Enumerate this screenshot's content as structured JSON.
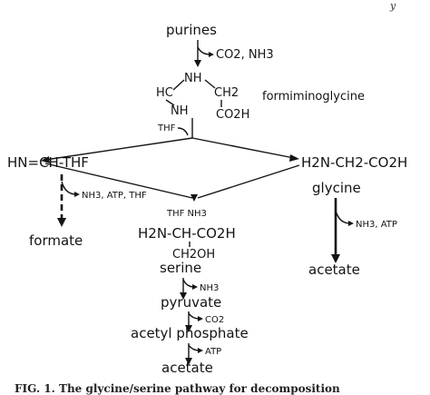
{
  "header_fragment": "y",
  "nodes": {
    "purines": "purines",
    "co2_nh3": "CO2, NH3",
    "formimino_nh": "NH",
    "formimino_hc": "HC",
    "formimino_ch2": "CH2",
    "formimino_nh_lower": "NH",
    "formimino_co2h": "CO2H",
    "formiminoglycine": "formiminoglycine",
    "thf_top": "THF",
    "methenyl_thf": "HN=CH-THF",
    "glycine_formula": "H2N-CH2-CO2H",
    "glycine": "glycine",
    "nh3_atp_thf": "NH3, ATP, THF",
    "formate": "formate",
    "thf_nh3": "THF NH3",
    "serine_formula": "H2N-CH-CO2H",
    "serine_ch2oh": "CH2OH",
    "serine": "serine",
    "nh3_atp_glycine": "NH3, ATP",
    "acetate_right": "acetate",
    "nh3_serine": "NH3",
    "pyruvate": "pyruvate",
    "co2_pyruvate": "CO2",
    "acetyl_phosphate": "acetyl phosphate",
    "atp": "ATP",
    "acetate_bottom": "acetate"
  },
  "caption": "FIG. 1. The glycine/serine pathway for decomposition"
}
